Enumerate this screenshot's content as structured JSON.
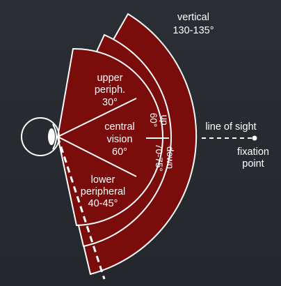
{
  "labels": {
    "vertical_line1": "vertical",
    "vertical_line2": "130-135°",
    "upper_line1": "upper",
    "upper_line2": "periph.",
    "upper_line3": "30°",
    "central_line1": "central",
    "central_line2": "vision",
    "central_line3": "60°",
    "lower_line1": "lower",
    "lower_line2": "peripheral",
    "lower_line3": "40-45°",
    "up_line1": "up",
    "up_line2": "60°",
    "down_line1": "down",
    "down_line2": "70-75°",
    "line_of_sight": "line of sight",
    "fixation_line1": "fixation",
    "fixation_line2": "point"
  },
  "colors": {
    "background": "#272a30",
    "sector_fill": "#7a0c0c",
    "sector_stroke": "#ffffff",
    "text": "#ffffff"
  }
}
